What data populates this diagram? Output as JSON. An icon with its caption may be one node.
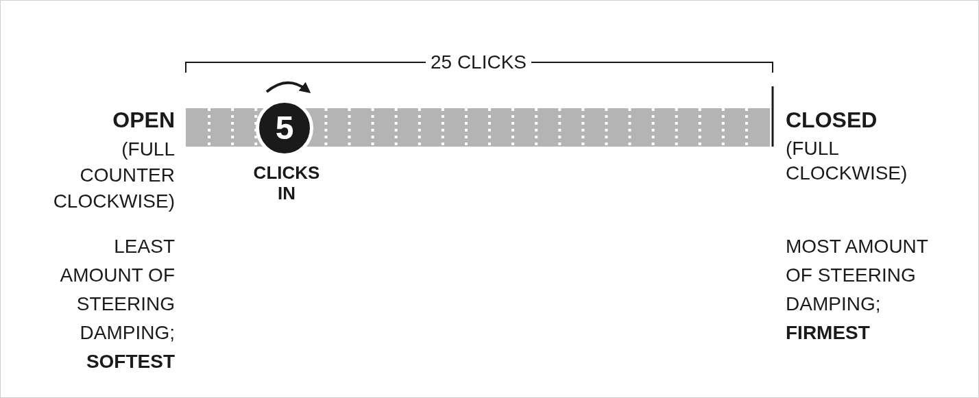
{
  "diagram": {
    "nodes": [
      {
        "text": [
          "5"
        ]
      }
    ],
    "labels": [
      "25 CLICKS",
      "CLICKS IN",
      "OPEN",
      "(FULL COUNTER CLOCKWISE)",
      "LEAST AMOUNT OF STEERING DAMPING; **SOFTEST**",
      "CLOSED",
      "(FULL CLOCKWISE)",
      "MOST AMOUNT OF STEERING DAMPING; **FIRMEST**"
    ]
  }
}
